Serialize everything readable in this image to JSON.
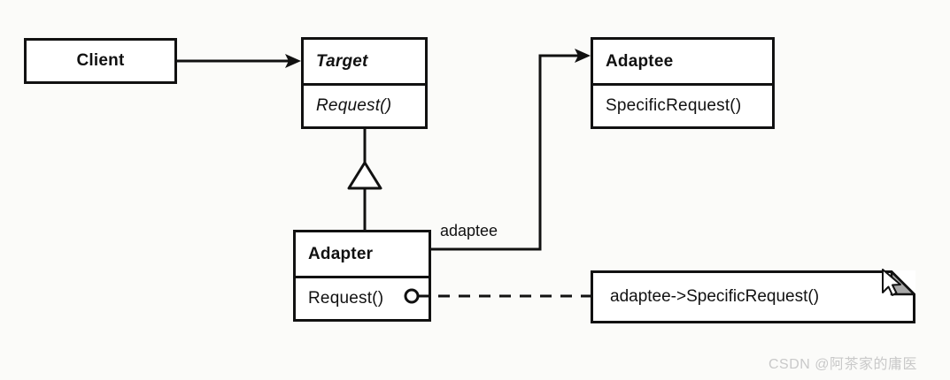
{
  "diagram": {
    "title": "Adapter Pattern (object adapter) UML class diagram",
    "background_color": "#fbfbf9",
    "line_color": "#111111",
    "fold_fill_color": "#a8a8a8",
    "classes": [
      {
        "id": "client",
        "name": "Client",
        "name_style": "bold",
        "name_align": "center",
        "operations": []
      },
      {
        "id": "target",
        "name": "Target",
        "name_style": "bold-italic",
        "name_align": "left",
        "operations": [
          "Request()"
        ]
      },
      {
        "id": "adaptee",
        "name": "Adaptee",
        "name_style": "bold",
        "name_align": "left",
        "operations": [
          "SpecificRequest()"
        ]
      },
      {
        "id": "adapter",
        "name": "Adapter",
        "name_style": "bold",
        "name_align": "left",
        "operations": [
          "Request()"
        ]
      }
    ],
    "edge_labels": [
      {
        "id": "adaptee-role",
        "text": "adaptee"
      }
    ],
    "note": {
      "text": "adaptee->SpecificRequest()"
    },
    "relationships": [
      {
        "from": "Client",
        "to": "Target",
        "type": "association",
        "arrow": "filled"
      },
      {
        "from": "Adapter",
        "to": "Target",
        "type": "generalization",
        "arrow": "hollow-triangle"
      },
      {
        "from": "Adapter",
        "to": "Adaptee",
        "type": "association",
        "arrow": "filled",
        "label": "adaptee"
      },
      {
        "from": "Adapter.Request()",
        "to": "note",
        "type": "note-link",
        "arrow": "dashed"
      }
    ]
  },
  "watermark": {
    "text": "CSDN @阿茶家的庸医"
  },
  "cursor": {
    "name": "mouse-pointer"
  }
}
